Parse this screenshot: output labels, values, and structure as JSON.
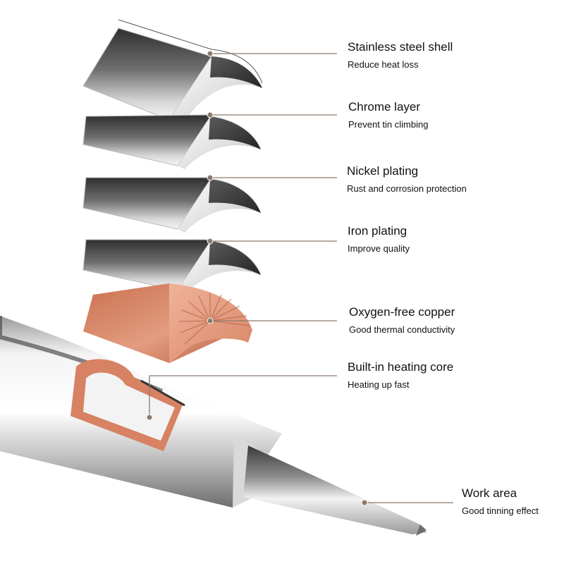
{
  "colors": {
    "leader_line": "#8a7a6e",
    "copper": "#d9876a",
    "steel_dark": "#4c4c4c",
    "steel_light": "#e9e9e9"
  },
  "layers": [
    {
      "title": "Stainless steel shell",
      "subtitle": "Reduce heat loss"
    },
    {
      "title": "Chrome layer",
      "subtitle": "Prevent tin climbing"
    },
    {
      "title": "Nickel plating",
      "subtitle": "Rust and corrosion protection"
    },
    {
      "title": "Iron plating",
      "subtitle": "Improve quality"
    },
    {
      "title": "Oxygen-free copper",
      "subtitle": "Good thermal conductivity"
    },
    {
      "title": "Built-in heating core",
      "subtitle": "Heating up fast"
    },
    {
      "title": "Work area",
      "subtitle": "Good tinning effect"
    }
  ]
}
